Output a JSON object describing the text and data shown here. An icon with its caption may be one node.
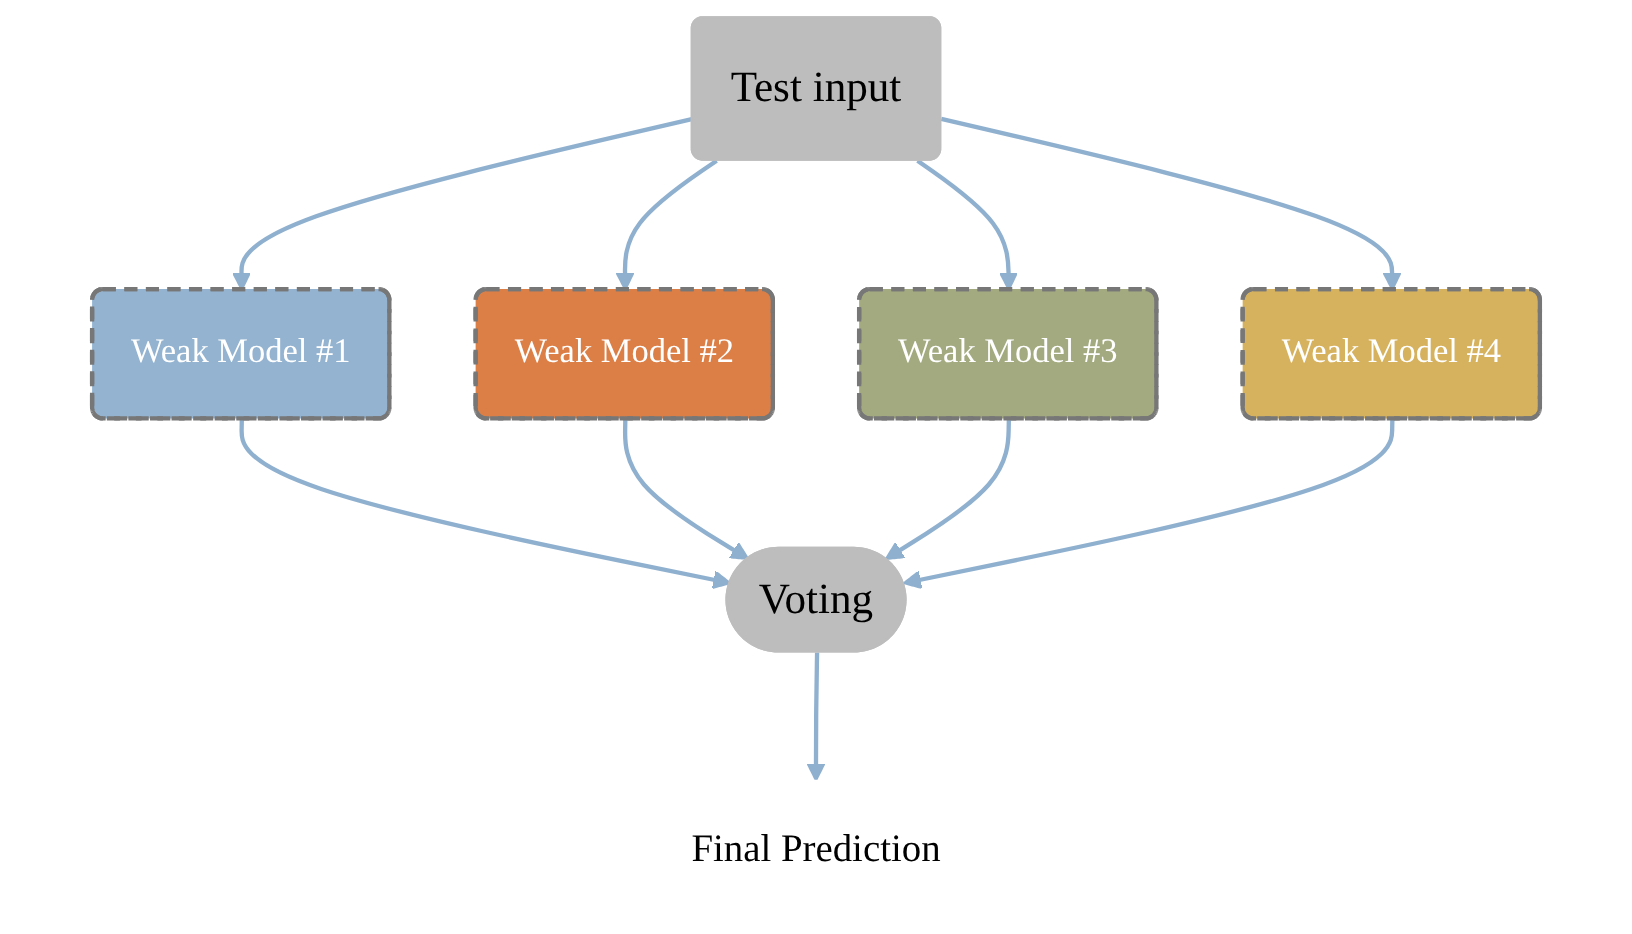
{
  "diagram": {
    "nodes": [
      {
        "text": [
          "Test input"
        ]
      },
      {
        "text": [
          "Weak Model #1"
        ]
      },
      {
        "text": [
          "Weak Model #2"
        ]
      },
      {
        "text": [
          "Weak Model #3"
        ]
      },
      {
        "text": [
          "Weak Model #4"
        ]
      },
      {
        "text": [
          "Voting"
        ]
      },
      {
        "text": [
          "Final Prediction"
        ]
      }
    ],
    "edges": [
      {
        "from": 0,
        "to": 1,
        "arrow": "to"
      },
      {
        "from": 0,
        "to": 2,
        "arrow": "to"
      },
      {
        "from": 0,
        "to": 3,
        "arrow": "to"
      },
      {
        "from": 0,
        "to": 4,
        "arrow": "to"
      },
      {
        "from": 1,
        "to": 5,
        "arrow": "to"
      },
      {
        "from": 2,
        "to": 5,
        "arrow": "to"
      },
      {
        "from": 3,
        "to": 5,
        "arrow": "to"
      },
      {
        "from": 4,
        "to": 5,
        "arrow": "to"
      },
      {
        "from": 5,
        "to": 6,
        "arrow": "to"
      }
    ]
  }
}
